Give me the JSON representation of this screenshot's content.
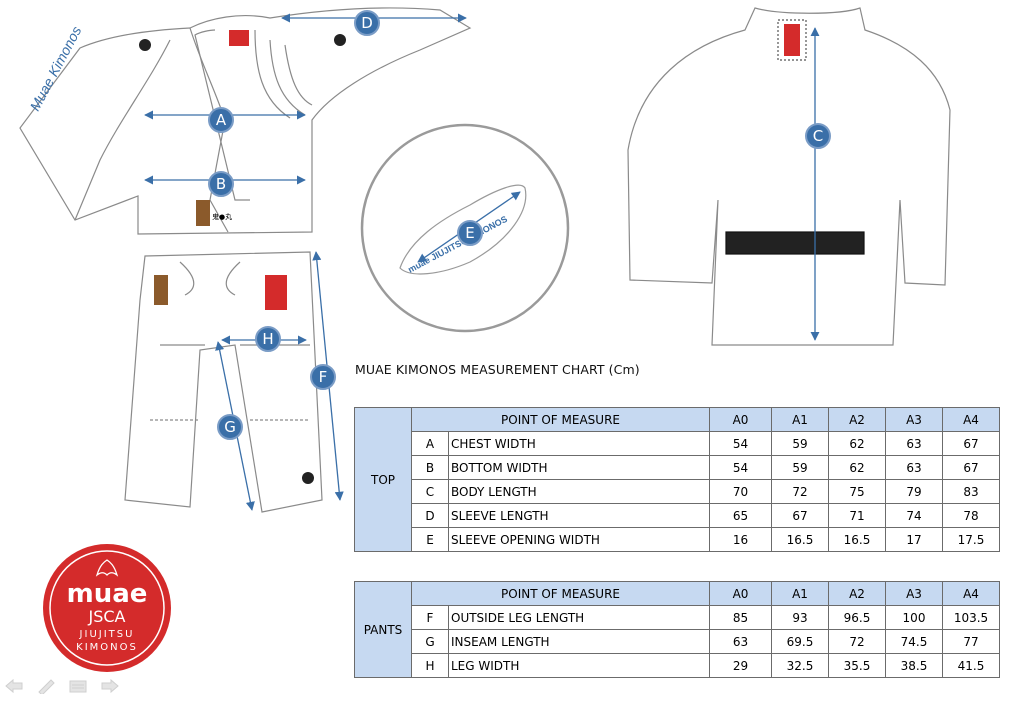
{
  "chart_title": "MUAE KIMONOS MEASUREMENT CHART (Cm)",
  "markers": [
    "A",
    "B",
    "C",
    "D",
    "E",
    "F",
    "G",
    "H"
  ],
  "logo": {
    "brand": "muae",
    "line2": "JSCA",
    "line3": "JIUJITSU",
    "line4": "KIMONOS",
    "color": "#d42b2b"
  },
  "accent_color": "#3a6fa8",
  "header_fill": "#c6d9f1",
  "top_table": {
    "section": "TOP",
    "header": "POINT OF MEASURE",
    "sizes": [
      "A0",
      "A1",
      "A2",
      "A3",
      "A4"
    ],
    "rows": [
      {
        "letter": "A",
        "name": "CHEST WIDTH",
        "values": [
          "54",
          "59",
          "62",
          "63",
          "67"
        ]
      },
      {
        "letter": "B",
        "name": "BOTTOM WIDTH",
        "values": [
          "54",
          "59",
          "62",
          "63",
          "67"
        ]
      },
      {
        "letter": "C",
        "name": "BODY LENGTH",
        "values": [
          "70",
          "72",
          "75",
          "79",
          "83"
        ]
      },
      {
        "letter": "D",
        "name": "SLEEVE LENGTH",
        "values": [
          "65",
          "67",
          "71",
          "74",
          "78"
        ]
      },
      {
        "letter": "E",
        "name": "SLEEVE OPENING WIDTH",
        "values": [
          "16",
          "16.5",
          "16.5",
          "17",
          "17.5"
        ]
      }
    ]
  },
  "pants_table": {
    "section": "PANTS",
    "header": "POINT OF MEASURE",
    "sizes": [
      "A0",
      "A1",
      "A2",
      "A3",
      "A4"
    ],
    "rows": [
      {
        "letter": "F",
        "name": "OUTSIDE LEG LENGTH",
        "values": [
          "85",
          "93",
          "96.5",
          "100",
          "103.5"
        ]
      },
      {
        "letter": "G",
        "name": "INSEAM LENGTH",
        "values": [
          "63",
          "69.5",
          "72",
          "74.5",
          "77"
        ]
      },
      {
        "letter": "H",
        "name": "LEG WIDTH",
        "values": [
          "29",
          "32.5",
          "35.5",
          "38.5",
          "41.5"
        ]
      }
    ]
  },
  "nav_icons": [
    "back-arrow-icon",
    "pen-icon",
    "menu-icon",
    "forward-arrow-icon"
  ]
}
